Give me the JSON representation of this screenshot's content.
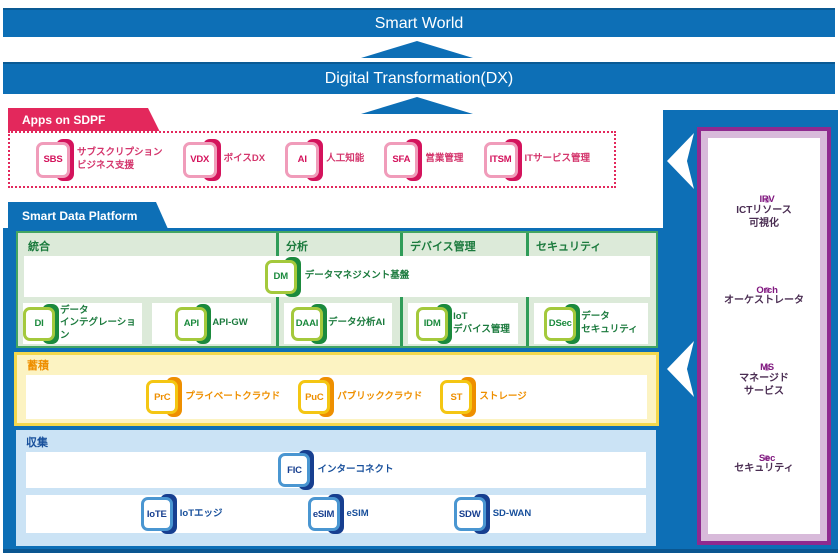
{
  "banners": {
    "smart_world": "Smart World",
    "dx": "Digital Transformation(DX)"
  },
  "apps": {
    "title": "Apps on SDPF",
    "items": [
      {
        "abbr": "SBS",
        "label": "サブスクリプション\nビジネス支援"
      },
      {
        "abbr": "VDX",
        "label": "ボイスDX"
      },
      {
        "abbr": "AI",
        "label": "人工知能"
      },
      {
        "abbr": "SFA",
        "label": "営業管理"
      },
      {
        "abbr": "ITSM",
        "label": "ITサービス管理"
      }
    ]
  },
  "sdp": {
    "title": "Smart Data Platform",
    "functions": {
      "columns": [
        "統合",
        "分析",
        "デバイス管理",
        "セキュリティ"
      ],
      "dm": {
        "abbr": "DM",
        "label": "データマネジメント基盤"
      },
      "items": [
        {
          "abbr": "DI",
          "label": "データ\nインテグレーション"
        },
        {
          "abbr": "API",
          "label": "API-GW"
        },
        {
          "abbr": "DAAI",
          "label": "データ分析AI"
        },
        {
          "abbr": "IDM",
          "label": "IoT\nデバイス管理"
        },
        {
          "abbr": "DSec",
          "label": "データ\nセキュリティ"
        }
      ]
    },
    "storage": {
      "title": "蓄積",
      "items": [
        {
          "abbr": "PrC",
          "label": "プライベートクラウド"
        },
        {
          "abbr": "PuC",
          "label": "パブリッククラウド"
        },
        {
          "abbr": "ST",
          "label": "ストレージ"
        }
      ]
    },
    "collection": {
      "title": "収集",
      "interconnect": {
        "abbr": "FIC",
        "label": "インターコネクト"
      },
      "items": [
        {
          "abbr": "IoTE",
          "label": "IoTエッジ"
        },
        {
          "abbr": "eSIM",
          "label": "eSIM"
        },
        {
          "abbr": "SDW",
          "label": "SD-WAN"
        }
      ]
    }
  },
  "sidebar": {
    "items": [
      {
        "abbr": "IRV",
        "label": "ICTリソース\n可視化"
      },
      {
        "abbr": "Orch",
        "label": "オーケストレータ"
      },
      {
        "abbr": "MS",
        "label": "マネージド\nサービス"
      },
      {
        "abbr": "Sec",
        "label": "セキュリティ"
      }
    ]
  },
  "colors": {
    "banner_blue": "#0d6fb6",
    "crimson": "#e3285c",
    "green_border": "#43a563",
    "green_dark": "#1b8a3d",
    "yellow_border": "#f3d84d",
    "orange": "#ee8f00",
    "collection_bg": "#cbe3f5",
    "navy": "#174f9b",
    "purple_border": "#8f2a8f",
    "purple_inner": "#d8bada"
  }
}
